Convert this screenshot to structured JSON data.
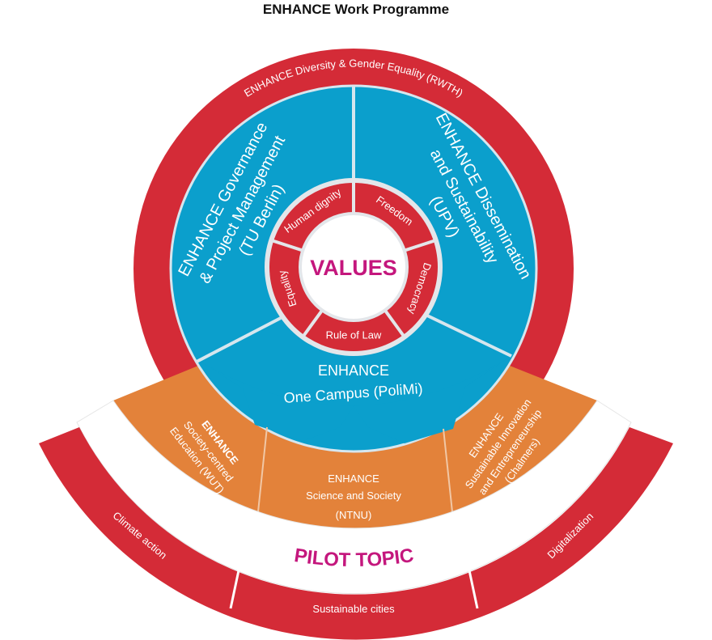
{
  "title": "ENHANCE Work Programme",
  "colors": {
    "red": "#d42b37",
    "blue": "#0b9fcc",
    "orange": "#e3823a",
    "magenta": "#c4177d",
    "white": "#ffffff"
  },
  "outer_ring": "ENHANCE Diversity & Gender Equality (RWTH)",
  "blue_sectors": {
    "governance": [
      "ENHANCE Governance",
      "& Project Management",
      "(TU Berlin)"
    ],
    "dissemination": [
      "ENHANCE Dissemination",
      "and Sustainability",
      "(UPV)"
    ],
    "campus": [
      "ENHANCE",
      "One Campus (PoliMi)"
    ]
  },
  "values": {
    "center": "VALUES",
    "items": [
      "Freedom",
      "Democracy",
      "Rule of Law",
      "Equality",
      "Human dignity"
    ]
  },
  "orange_sectors": {
    "education": [
      "ENHANCE",
      "Society-centred",
      "Education (WUT)"
    ],
    "science": [
      "ENHANCE",
      "Science and Society",
      "(NTNU)"
    ],
    "innovation": [
      "ENHANCE",
      "Sustainable Innovation",
      "and Entrepreneurship",
      "(Chalmers)"
    ]
  },
  "pilot": {
    "label": "PILOT TOPIC",
    "topics": [
      "Climate action",
      "Sustainable cities",
      "Digitalization"
    ]
  }
}
